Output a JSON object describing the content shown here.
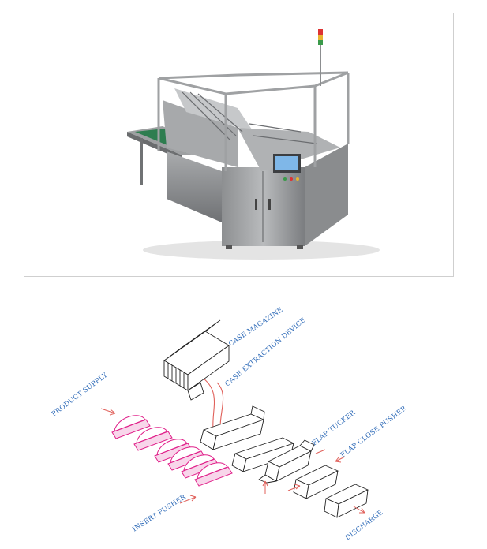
{
  "diagram": {
    "labels": {
      "case_magazine": "CASE MAGAZINE",
      "case_extraction": "CASE EXTRACTION DEVICE",
      "product_supply": "PRODUCT SUPPLY",
      "flap_tucker": "FLAP TUCKER",
      "flap_close_pusher": "FLAP CLOSE PUSHER",
      "insert_pusher": "INSERT PUSHER",
      "discharge": "DISCHARGE"
    },
    "colors": {
      "label": "#2f6bb8",
      "product": "#e0218a",
      "arrow": "#e0605a",
      "line": "#222222"
    }
  }
}
